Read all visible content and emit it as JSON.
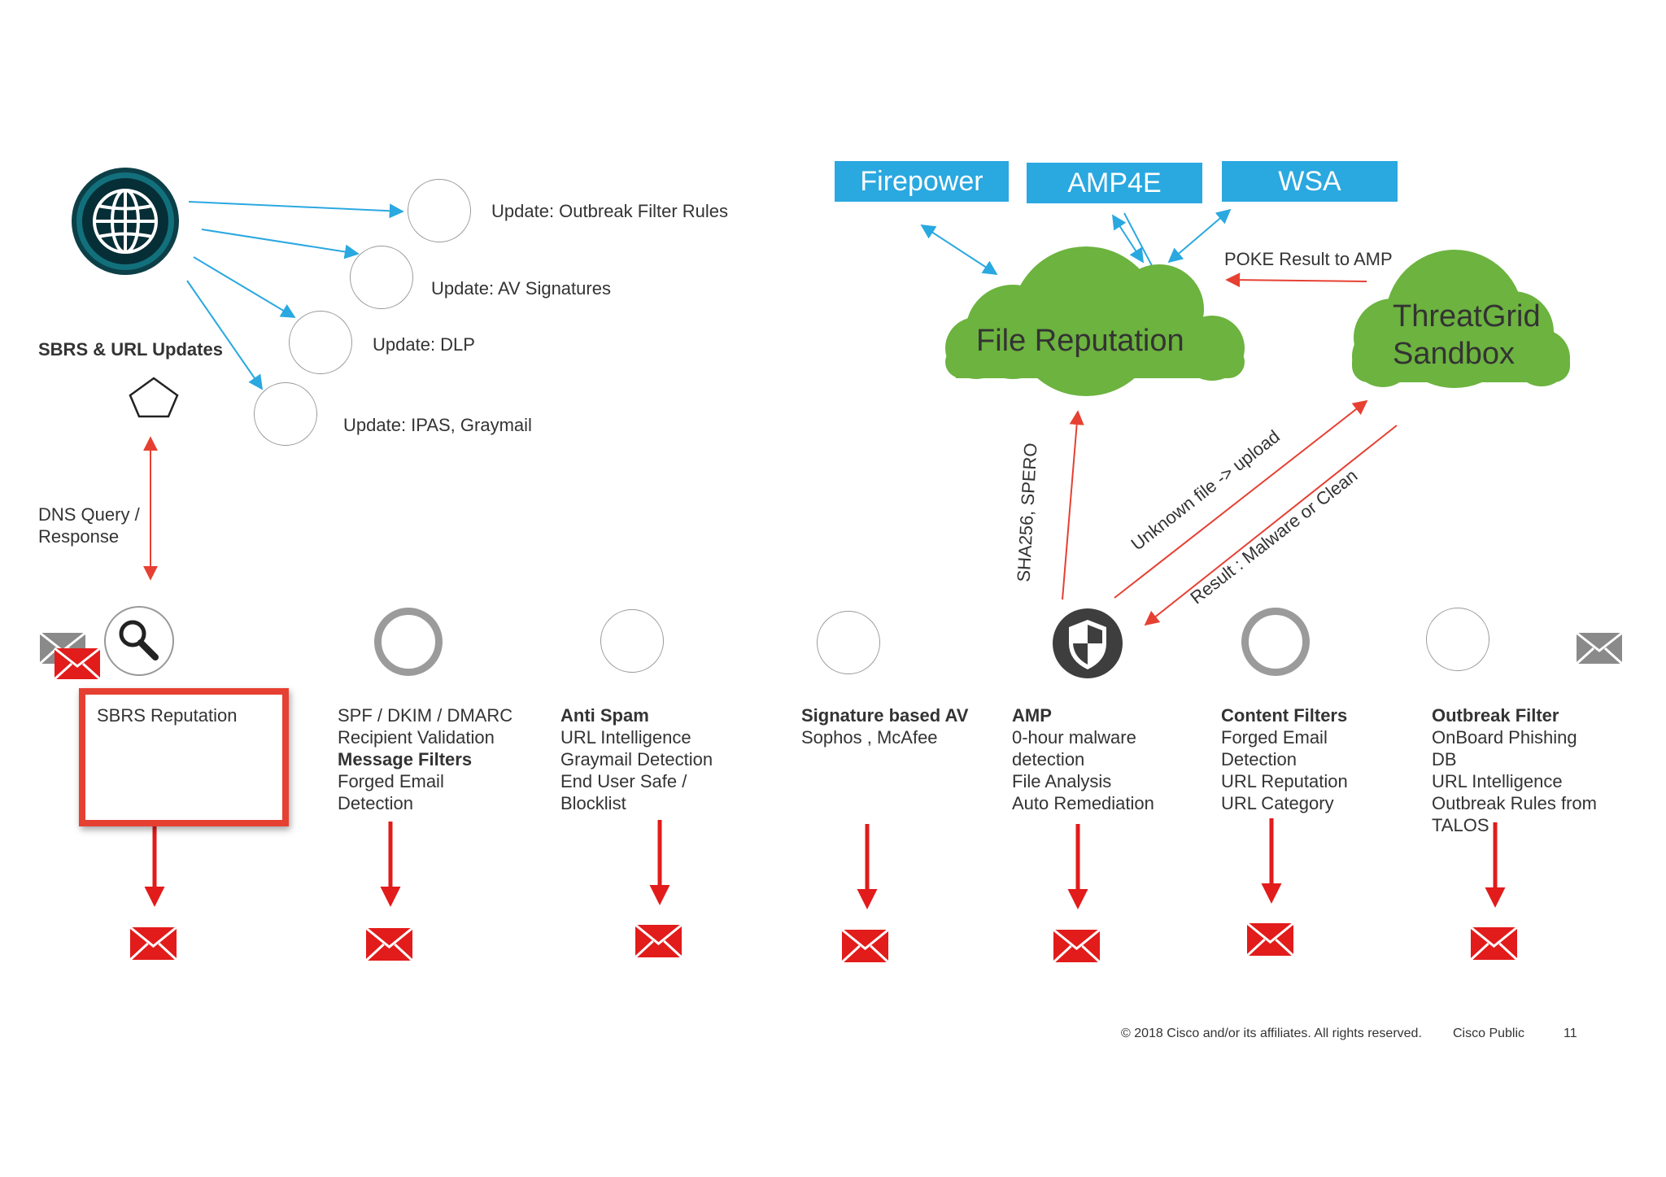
{
  "top": {
    "sbrs_heading": "SBRS & URL Updates",
    "dns_label": [
      "DNS Query /",
      "Response"
    ],
    "updates": [
      {
        "label": "Update: Outbreak Filter Rules"
      },
      {
        "label": "Update: AV Signatures"
      },
      {
        "label": "Update: DLP"
      },
      {
        "label": "Update: IPAS, Graymail"
      }
    ]
  },
  "products": [
    "Firepower",
    "AMP4E",
    "WSA"
  ],
  "clouds": {
    "file_reputation": "File Reputation",
    "sandbox": [
      "ThreatGrid",
      "Sandbox"
    ]
  },
  "flows": {
    "poke": "POKE Result to AMP",
    "sha": "SHA256, SPERO",
    "unknown": "Unknown file  -> upload",
    "result": "Result : Malware or Clean"
  },
  "stages": [
    {
      "lines": [
        {
          "text": "SBRS Reputation",
          "bold": false
        }
      ]
    },
    {
      "lines": [
        {
          "text": "SPF / DKIM / DMARC",
          "bold": false
        },
        {
          "text": "Recipient Validation",
          "bold": false
        },
        {
          "text": "Message Filters",
          "bold": true
        },
        {
          "text": "Forged Email",
          "bold": false
        },
        {
          "text": "Detection",
          "bold": false
        }
      ]
    },
    {
      "lines": [
        {
          "text": "Anti Spam",
          "bold": true
        },
        {
          "text": "URL Intelligence",
          "bold": false
        },
        {
          "text": "Graymail Detection",
          "bold": false
        },
        {
          "text": "End User Safe /",
          "bold": false
        },
        {
          "text": "Blocklist",
          "bold": false
        }
      ]
    },
    {
      "lines": [
        {
          "text": "Signature based AV",
          "bold": true
        },
        {
          "text": "Sophos , McAfee",
          "bold": false
        }
      ]
    },
    {
      "lines": [
        {
          "text": "AMP",
          "bold": true
        },
        {
          "text": "0-hour malware",
          "bold": false
        },
        {
          "text": "detection",
          "bold": false
        },
        {
          "text": "File Analysis",
          "bold": false
        },
        {
          "text": "Auto Remediation",
          "bold": false
        }
      ]
    },
    {
      "lines": [
        {
          "text": "Content Filters",
          "bold": true
        },
        {
          "text": "Forged Email",
          "bold": false
        },
        {
          "text": "Detection",
          "bold": false
        },
        {
          "text": "URL Reputation",
          "bold": false
        },
        {
          "text": "URL Category",
          "bold": false
        }
      ]
    },
    {
      "lines": [
        {
          "text": "Outbreak Filter",
          "bold": true
        },
        {
          "text": "OnBoard Phishing",
          "bold": false
        },
        {
          "text": "DB",
          "bold": false
        },
        {
          "text": "URL Intelligence",
          "bold": false
        },
        {
          "text": "Outbreak Rules from",
          "bold": false
        },
        {
          "text": "TALOS",
          "bold": false
        }
      ]
    }
  ],
  "footer": {
    "copyright": "© 2018  Cisco and/or its affiliates. All rights reserved.",
    "classification": "Cisco Public",
    "page": "11"
  },
  "colors": {
    "accent_blue": "#2aa8e0",
    "cloud_green": "#6cb33f",
    "arrow_red": "#e21b1b",
    "flow_red": "#e64032",
    "globe_teal": "#0f6e7a"
  },
  "icons": [
    "globe-icon",
    "gears-icon",
    "pentagon-icon",
    "magnifier-icon",
    "shield-icon",
    "envelope-icon"
  ]
}
